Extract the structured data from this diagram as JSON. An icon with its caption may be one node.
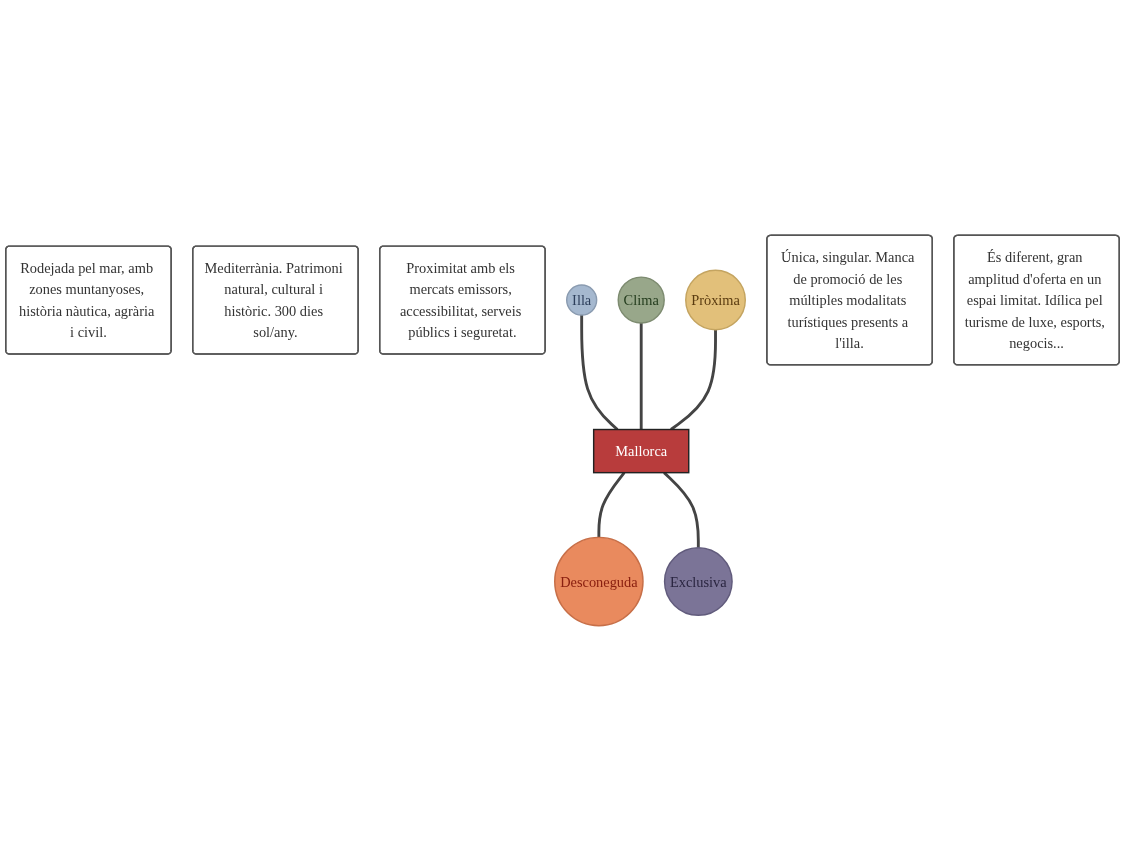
{
  "diagram": {
    "nodes": [
      {
        "text": [
          "Rodejada pel mar, amb zones muntanyoses, història nàutica, agrària i civil."
        ]
      },
      {
        "text": [
          "Mediterrània. Patrimoni natural, cultural i històric. 300 dies sol/any."
        ]
      },
      {
        "text": [
          "Proximitat amb els mercats emissors, accessibilitat, serveis públics i seguretat."
        ]
      },
      {
        "text": [
          "Illa"
        ]
      },
      {
        "text": [
          "Clima"
        ]
      },
      {
        "text": [
          "Pròxima"
        ]
      },
      {
        "text": [
          "Mallorca"
        ]
      },
      {
        "text": [
          "Desconeguda"
        ]
      },
      {
        "text": [
          "Exclusiva"
        ]
      },
      {
        "text": [
          "Única, singular. Manca de promoció de les múltiples modalitats turístiques presents a l'illa."
        ]
      },
      {
        "text": [
          "És diferent, gran amplitud d'oferta en un espai limitat. Idílica pel turisme de luxe, esports, negocis..."
        ]
      }
    ],
    "edges": [
      {
        "from": 3,
        "to": 6,
        "arrow": "none"
      },
      {
        "from": 4,
        "to": 6,
        "arrow": "none"
      },
      {
        "from": 5,
        "to": 6,
        "arrow": "none"
      },
      {
        "from": 6,
        "to": 7,
        "arrow": "none"
      },
      {
        "from": 6,
        "to": 8,
        "arrow": "none"
      }
    ]
  }
}
